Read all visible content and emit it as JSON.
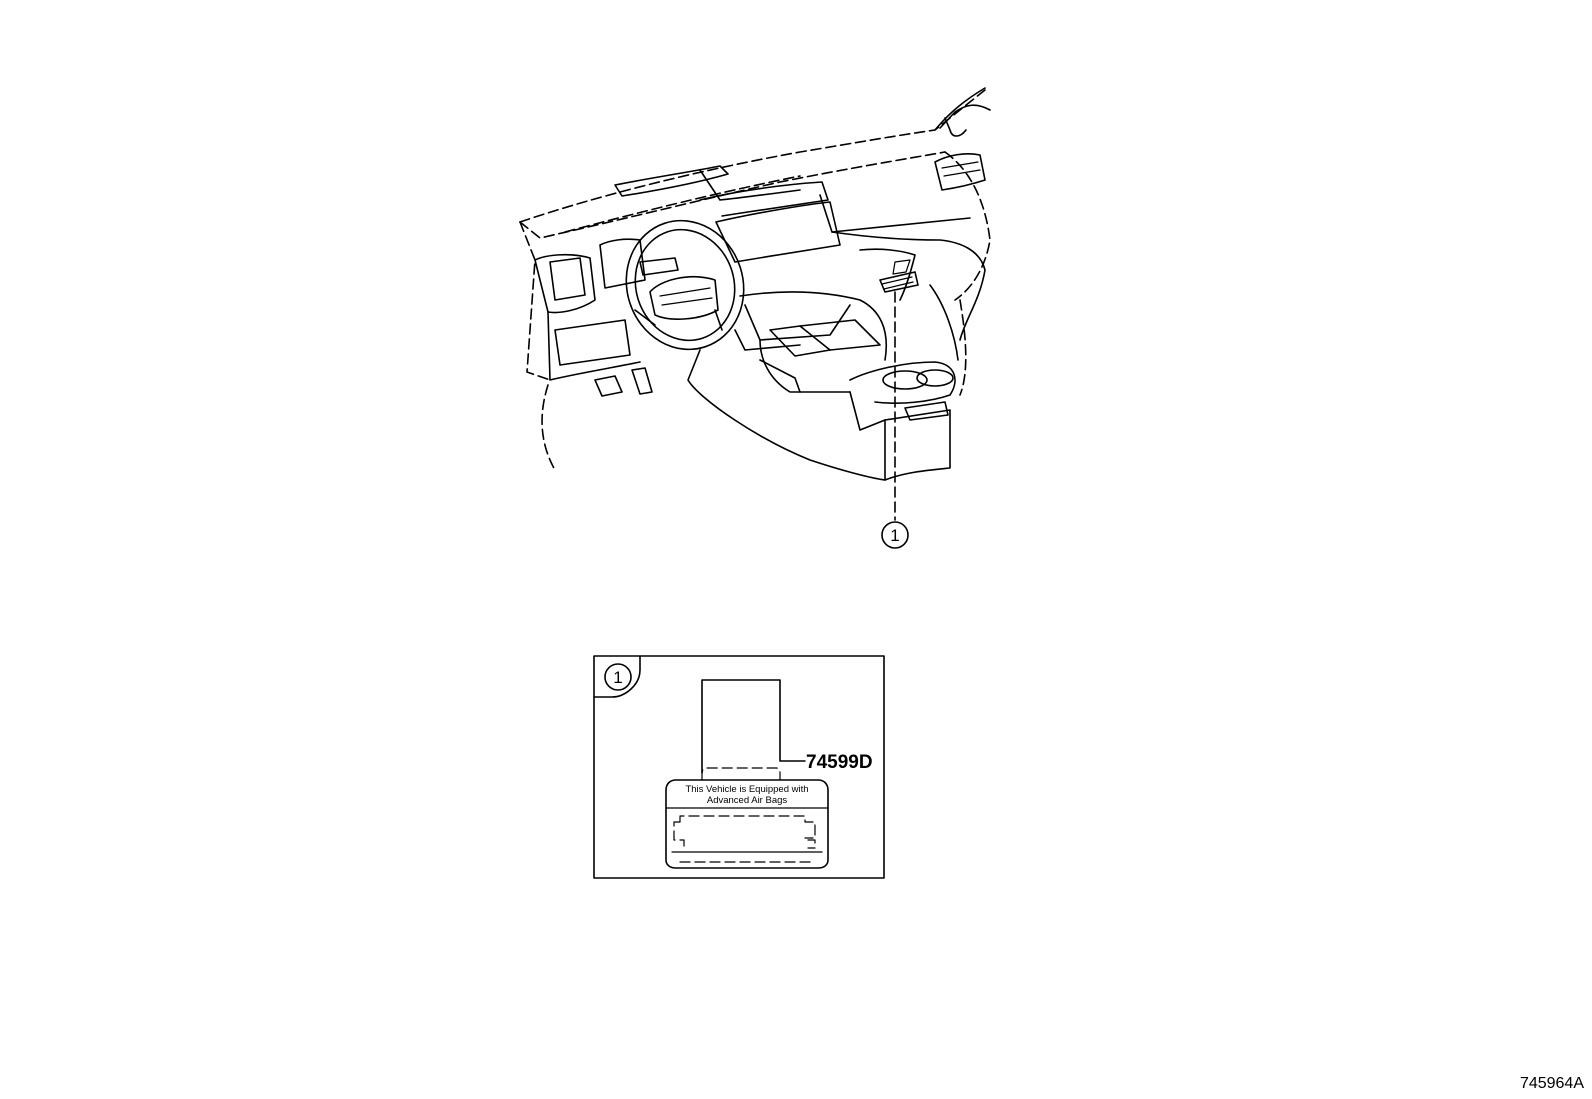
{
  "callout": {
    "number": "1"
  },
  "detail": {
    "callout_number": "1",
    "part_number": "74599D",
    "label_line1": "This Vehicle is Equipped with",
    "label_line2": "Advanced  Air  Bags"
  },
  "diagram_id": "745964A"
}
